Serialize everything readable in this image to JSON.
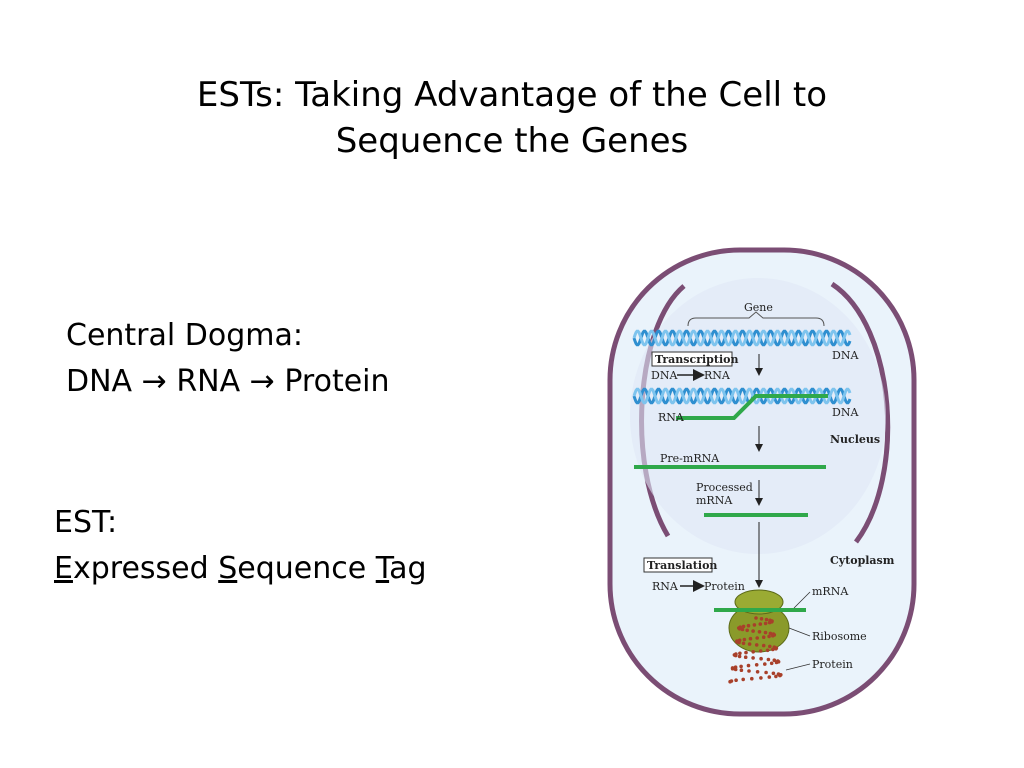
{
  "slide": {
    "title_line1": "ESTs: Taking Advantage of the Cell to",
    "title_line2": "Sequence the Genes",
    "dogma_heading": "Central Dogma:",
    "dogma_dna": "DNA",
    "dogma_arrow": "→",
    "dogma_rna": "RNA",
    "dogma_protein": "Protein",
    "est_heading": "EST:",
    "est_letter_e": "E",
    "est_rest_e": "xpressed ",
    "est_letter_s": "S",
    "est_rest_s": "equence ",
    "est_letter_t": "T",
    "est_rest_t": "ag"
  },
  "diagram": {
    "gene": "Gene",
    "dna": "DNA",
    "transcription": "Transcription",
    "transcription_from": "DNA",
    "transcription_to": "RNA",
    "rna": "RNA",
    "nucleus": "Nucleus",
    "pre_mrna": "Pre-mRNA",
    "processed_line1": "Processed",
    "processed_line2": "mRNA",
    "cytoplasm": "Cytoplasm",
    "translation": "Translation",
    "translation_from": "RNA",
    "translation_to": "Protein",
    "mrna": "mRNA",
    "ribosome": "Ribosome",
    "protein": "Protein"
  },
  "colors": {
    "cell_wall": "#7b4d74",
    "cell_fill": "#eaf3fb",
    "nucleus_fill": "#dfe8f7",
    "dna_blue": "#2f8fd0",
    "rna_green": "#2fa84a",
    "ribosome": "#8a9a2a",
    "protein": "#a8402a"
  }
}
